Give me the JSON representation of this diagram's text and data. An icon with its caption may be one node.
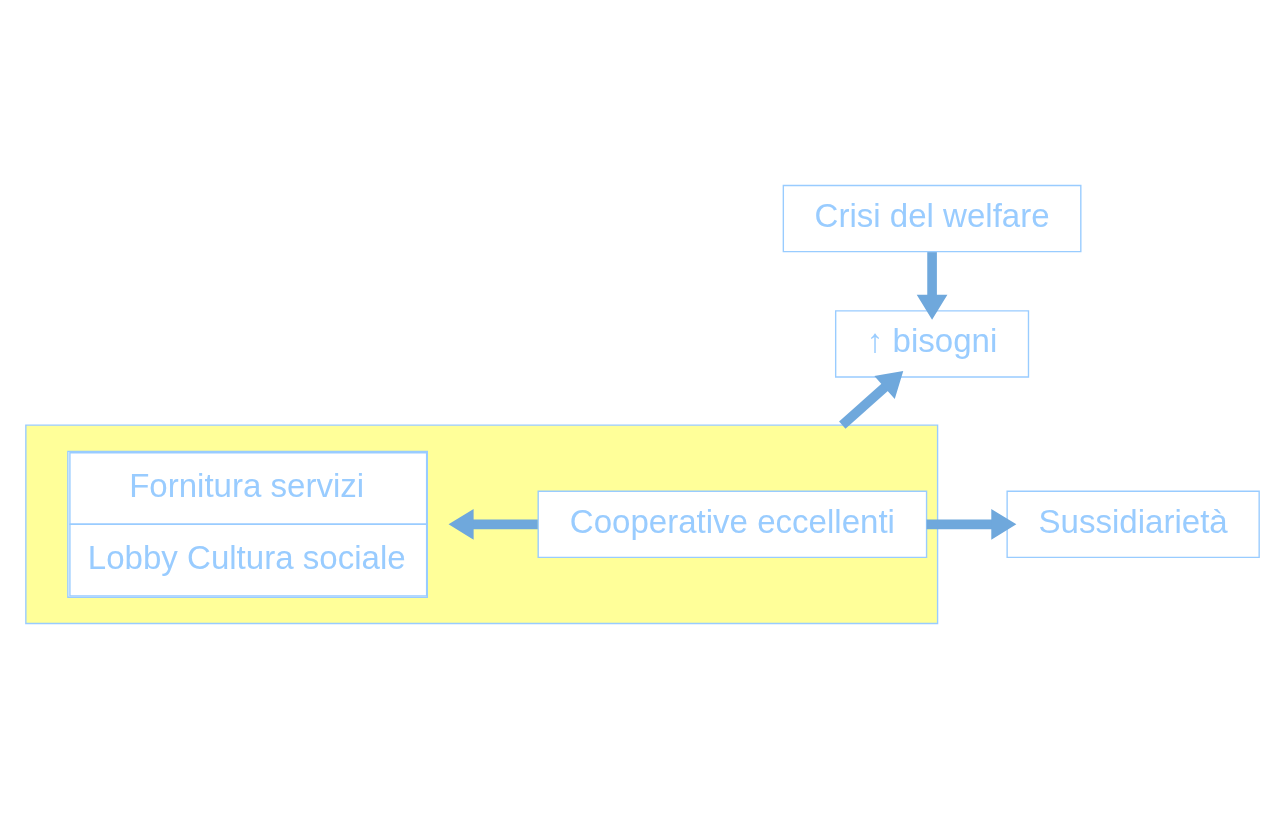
{
  "diagram": {
    "nodes": [
      {
        "text": [
          "Crisi del welfare"
        ]
      },
      {
        "text": [
          "↑ bisogni"
        ]
      },
      {
        "text": [],
        "shape": "box"
      },
      {
        "text": [
          "Fornitura servizi",
          "Lobby Cultura sociale"
        ],
        "in": 2
      },
      {
        "text": [
          "Cooperative eccellenti"
        ],
        "in": 2
      },
      {
        "text": [
          "Sussidiarietà"
        ]
      }
    ],
    "edges": [
      {
        "from": 0,
        "to": 1,
        "arrow": "to"
      },
      {
        "from": 2,
        "to": 1,
        "arrow": "to"
      },
      {
        "from": 4,
        "to": 3,
        "arrow": "to"
      },
      {
        "from": 4,
        "to": 5,
        "arrow": "to"
      }
    ]
  }
}
